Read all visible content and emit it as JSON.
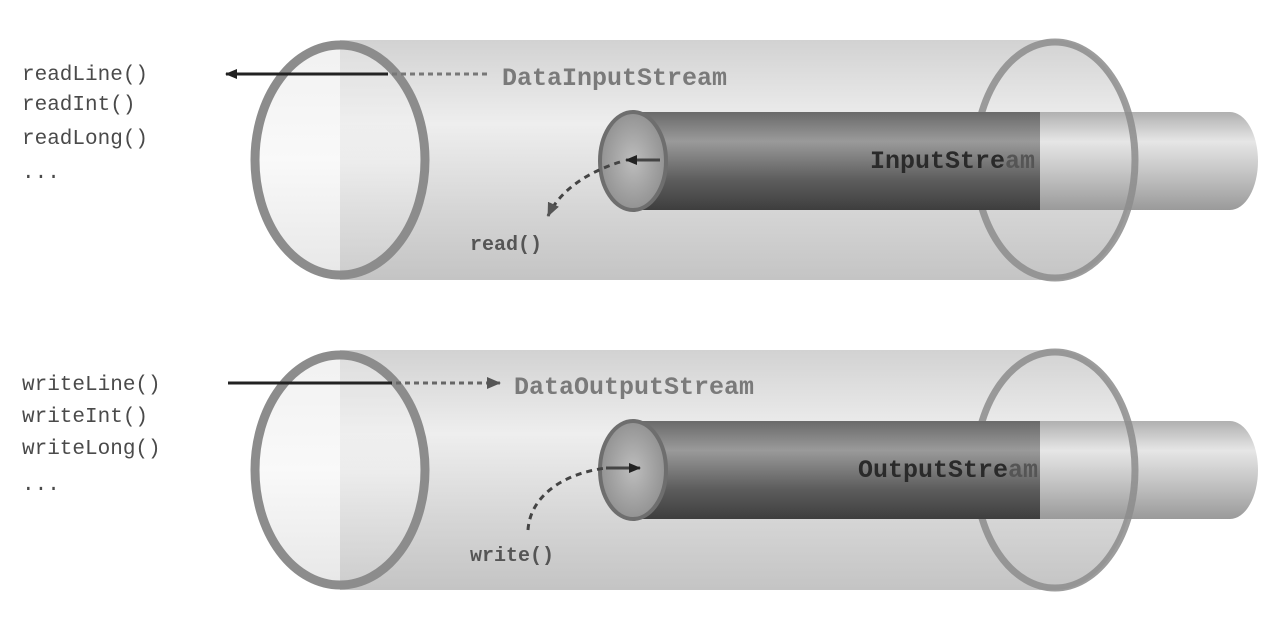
{
  "top": {
    "methods": [
      "readLine()",
      "readInt()",
      "readLong()",
      "..."
    ],
    "outer_label": "DataInputStream",
    "inner_label_head": "InputStre",
    "inner_label_tail": "am",
    "call_label": "read()"
  },
  "bottom": {
    "methods": [
      "writeLine()",
      "writeInt()",
      "writeLong()",
      "..."
    ],
    "outer_label": "DataOutputStream",
    "inner_label_head": "OutputStre",
    "inner_label_tail": "am",
    "call_label": "write()"
  },
  "colors": {
    "outer_pipe": "#cfcfcf",
    "outer_ring": "#8c8c8c",
    "inner_pipe_dark": "#555555",
    "inner_pipe_light": "#bdbdbd",
    "arrow": "#222222"
  }
}
